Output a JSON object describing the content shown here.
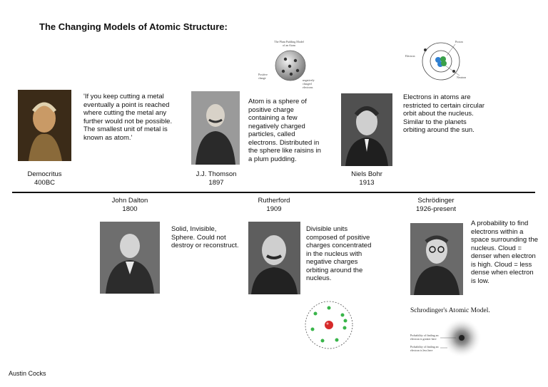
{
  "title": "The Changing Models of Atomic Structure:",
  "scientists": {
    "democritus": {
      "name": "Democritus",
      "date": "400BC",
      "description": "'If you keep cutting a metal eventually a point is reached where cutting the metal any further would not be possible. The smallest unit of metal is known as atom.'"
    },
    "thomson": {
      "name": "J.J. Thomson",
      "date": "1897",
      "description": "Atom is a sphere of positive charge containing a few negatively charged particles, called electrons. Distributed in the sphere like raisins in a plum pudding."
    },
    "bohr": {
      "name": "Niels Bohr",
      "date": "1913",
      "description": "Electrons in atoms are restricted to certain circular orbit about the nucleus. Similar to the planets orbiting around the sun."
    },
    "dalton": {
      "name": "John Dalton",
      "date": "1800",
      "description": "Solid, Invisible, Sphere. Could not destroy or reconstruct."
    },
    "rutherford": {
      "name": "Rutherford",
      "date": "1909",
      "description": "Divisible units composed of positive charges concentrated in the nucleus with negative charges orbiting around the nucleus."
    },
    "schrodinger": {
      "name": "Schrödinger",
      "date": "1926-present",
      "description": "A probability to find electrons within a space surrounding the nucleus. Cloud = denser when electron is high. Cloud = less dense when electron is low."
    }
  },
  "diagrams": {
    "plum_pudding": {
      "title": "The Plum Pudding Model of an Atom",
      "label_left": "Positive charge",
      "label_right": "negatively charged electrons"
    },
    "bohr_model": {
      "proton": "Proton",
      "electron": "Electron",
      "neutron": "Neutron"
    },
    "schrodinger_model": {
      "caption": "Schrodinger's Atomic Model.",
      "label_high": "Probability of finding an electron is greater here",
      "label_low": "Probability of finding an electron is less here"
    }
  },
  "author": "Austin Cocks"
}
